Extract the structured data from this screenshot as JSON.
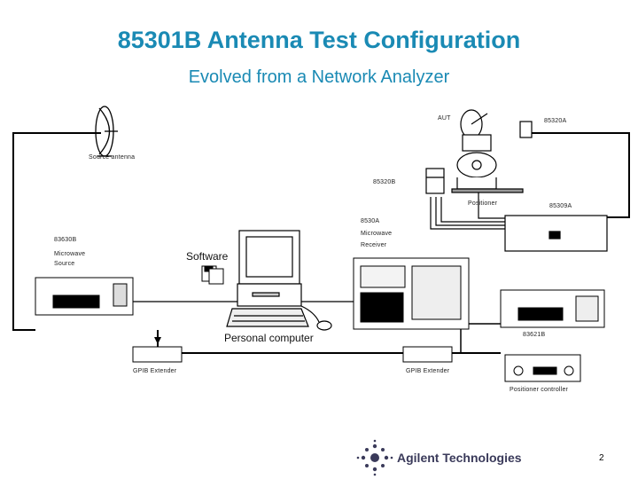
{
  "title": "85301B Antenna Test Configuration",
  "subtitle": "Evolved from a Network Analyzer",
  "labels": {
    "aut": "AUT",
    "mixer_85320a": "85320A",
    "source_antenna": "Source antenna",
    "mixer_85320b": "85320B",
    "positioner": "Positioner",
    "lo_85309a": "85309A",
    "receiver_model": "8530A",
    "receiver_line1": "Microwave",
    "receiver_line2": "Receiver",
    "source_model": "83630B",
    "source_line1": "Microwave",
    "source_line2": "Source",
    "software": "Software",
    "personal_computer": "Personal computer",
    "positioner_controller_model": "83621B",
    "gpib_extender_left": "GPIB Extender",
    "gpib_extender_right": "GPIB Extender",
    "positioner_controller": "Positioner controller"
  },
  "footer": {
    "company": "Agilent Technologies",
    "page_number": "2"
  },
  "colors": {
    "title": "#1a8ab4",
    "lines": "#000000",
    "logo": "#3a3a5a"
  }
}
